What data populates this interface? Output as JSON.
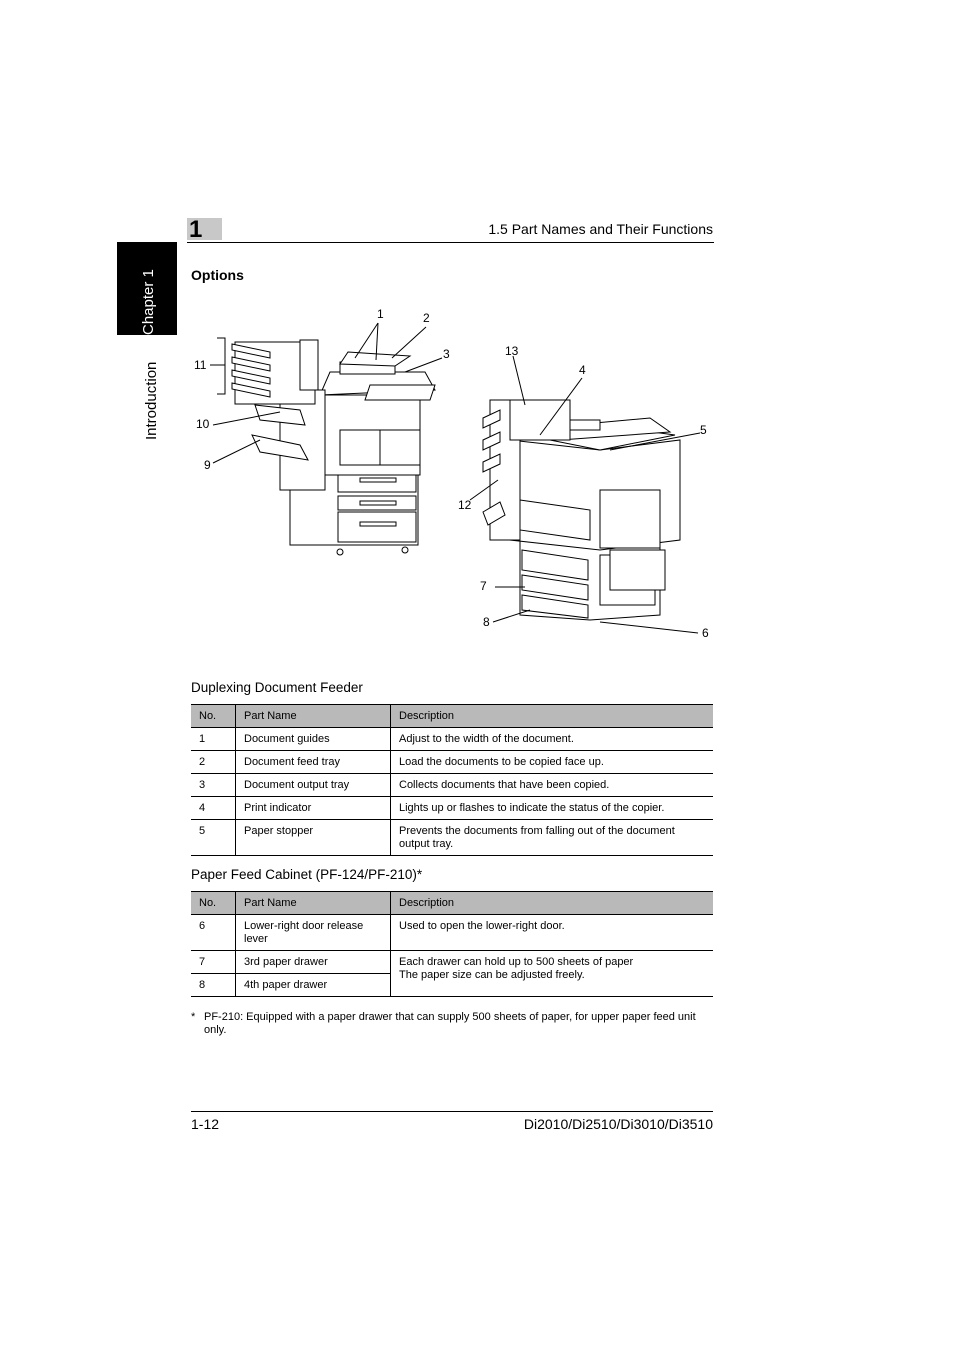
{
  "side_tab": {
    "chapter": "Chapter 1",
    "section": "Introduction"
  },
  "header": {
    "chapter_number": "1",
    "running_head": "1.5 Part Names and Their Functions"
  },
  "section_title": "Options",
  "figure": {
    "callouts": [
      "1",
      "2",
      "3",
      "4",
      "5",
      "6",
      "7",
      "8",
      "9",
      "10",
      "11",
      "12",
      "13"
    ]
  },
  "table1": {
    "title": "Duplexing Document Feeder",
    "headers": [
      "No.",
      "Part Name",
      "Description"
    ],
    "rows": [
      {
        "no": "1",
        "name": "Document guides",
        "desc": "Adjust to the width of the document."
      },
      {
        "no": "2",
        "name": "Document feed tray",
        "desc": "Load the documents to be copied face up."
      },
      {
        "no": "3",
        "name": "Document output tray",
        "desc": "Collects documents that have been copied."
      },
      {
        "no": "4",
        "name": "Print indicator",
        "desc": "Lights up or flashes to indicate the status of the copier."
      },
      {
        "no": "5",
        "name": "Paper stopper",
        "desc": "Prevents the documents from falling out of the document output tray."
      }
    ]
  },
  "table2": {
    "title": "Paper Feed Cabinet (PF-124/PF-210)*",
    "headers": [
      "No.",
      "Part Name",
      "Description"
    ],
    "rows": [
      {
        "no": "6",
        "name": "Lower-right door release lever",
        "desc": "Used to open the lower-right door."
      },
      {
        "no": "7",
        "name": "3rd paper drawer",
        "desc_line1": "Each drawer can hold up to 500 sheets of paper",
        "desc_line2": "The paper size can be adjusted freely."
      },
      {
        "no": "8",
        "name": "4th paper drawer"
      }
    ]
  },
  "footnote": {
    "marker": "*",
    "text": "PF-210: Equipped with a paper drawer that can supply 500 sheets of paper, for upper paper feed unit only."
  },
  "footer": {
    "page_number": "1-12",
    "model": "Di2010/Di2510/Di3010/Di3510"
  }
}
